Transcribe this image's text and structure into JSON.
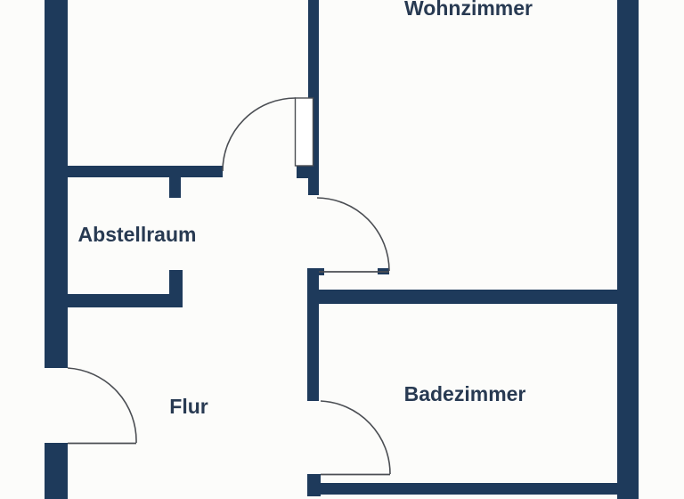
{
  "plan": {
    "type": "apartment-floor-plan",
    "rooms": [
      {
        "key": "wohnzimmer",
        "label": "Wohnzimmer"
      },
      {
        "key": "abstellraum",
        "label": "Abstellraum"
      },
      {
        "key": "flur",
        "label": "Flur"
      },
      {
        "key": "badezimmer",
        "label": "Badezimmer"
      }
    ],
    "door_count": 4
  },
  "colors": {
    "wall": "#1e3a5b",
    "label": "#283a52",
    "door": "#4b4e53",
    "bg": "#fcfcfa",
    "leaf": "#ffffff"
  }
}
